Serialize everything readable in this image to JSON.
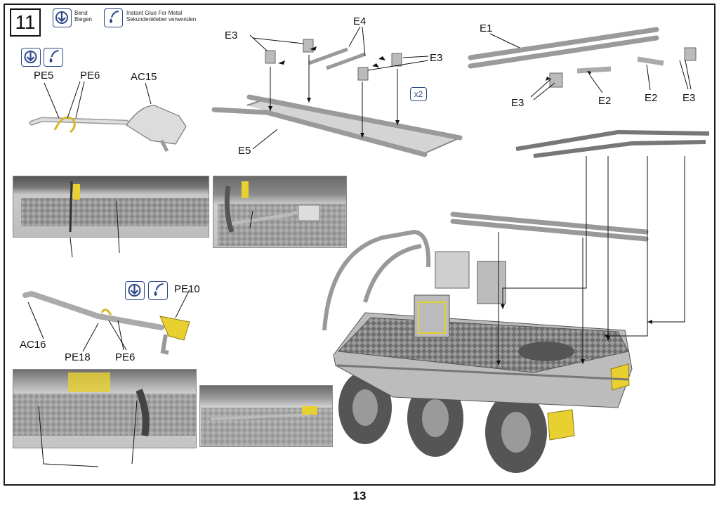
{
  "step": {
    "number": "11"
  },
  "legend": {
    "bend": {
      "line1": "Bend",
      "line2": "Biegen",
      "icon": "bend-arrow-icon"
    },
    "glue": {
      "line1": "Instant Glue For Metal",
      "line2": "Sekundenkleber verwenden",
      "icon": "glue-drop-icon"
    }
  },
  "labels": {
    "pe5": "PE5",
    "pe6_top": "PE6",
    "ac15": "AC15",
    "e3_a": "E3",
    "e4": "E4",
    "e3_b": "E3",
    "e5": "E5",
    "x2": "x2",
    "e1": "E1",
    "e3_c": "E3",
    "e2_a": "E2",
    "e2_b": "E2",
    "e3_d": "E3",
    "pe10": "PE10",
    "ac16": "AC16",
    "pe18": "PE18",
    "pe6_bottom": "PE6"
  },
  "page": {
    "number": "13"
  },
  "colors": {
    "blue": "#2b4a86",
    "yellow": "#e8d030",
    "gray": "#b4b4b4",
    "dark": "#2a2a2a"
  }
}
